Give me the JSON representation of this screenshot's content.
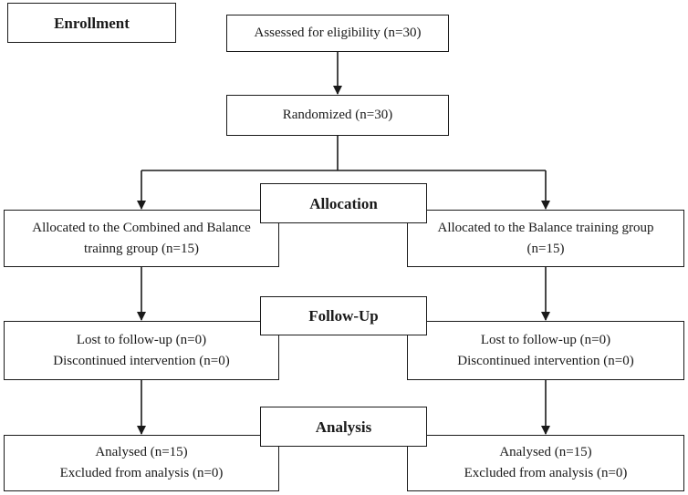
{
  "stages": {
    "enrollment": "Enrollment",
    "allocation": "Allocation",
    "follow_up": "Follow-Up",
    "analysis": "Analysis"
  },
  "assessed": "Assessed for eligibility (n=30)",
  "randomized": "Randomized (n=30)",
  "left": {
    "allocated_line1": "Allocated to the Combined and Balance",
    "allocated_line2": "trainng group (n=15)",
    "lost": "Lost to follow-up (n=0)",
    "discontinued": "Discontinued intervention (n=0)",
    "analysed": "Analysed (n=15)",
    "excluded": "Excluded from analysis (n=0)"
  },
  "right": {
    "allocated_line1": "Allocated to the Balance training group",
    "allocated_line2": "(n=15)",
    "lost": "Lost to follow-up (n=0)",
    "discontinued": "Discontinued intervention (n=0)",
    "analysed": "Analysed (n=15)",
    "excluded": "Excluded from analysis (n=0)"
  }
}
